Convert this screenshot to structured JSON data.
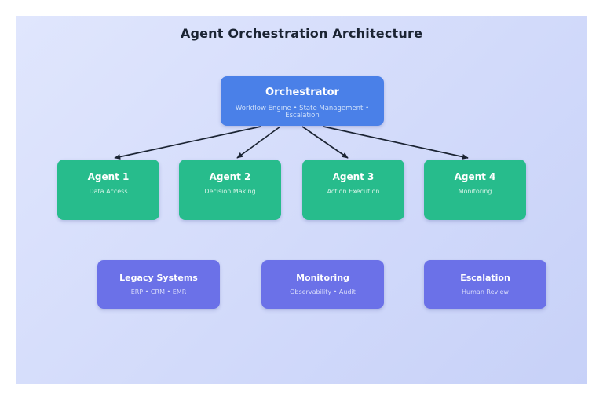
{
  "title": "Agent Orchestration Architecture",
  "colors": {
    "background_gradient_start": "#e0e6fd",
    "background_gradient_end": "#c7d1f8",
    "orchestrator_fill": "#4a80e8",
    "agent_fill": "#27bc8c",
    "system_fill": "#6b71e8",
    "arrow": "#1b2433",
    "title_text": "#1b2433"
  },
  "orchestrator": {
    "label": "Orchestrator",
    "sublabel": "Workflow Engine • State Management • Escalation"
  },
  "agents": [
    {
      "label": "Agent 1",
      "sublabel": "Data Access"
    },
    {
      "label": "Agent 2",
      "sublabel": "Decision Making"
    },
    {
      "label": "Agent 3",
      "sublabel": "Action Execution"
    },
    {
      "label": "Agent 4",
      "sublabel": "Monitoring"
    }
  ],
  "systems": [
    {
      "label": "Legacy Systems",
      "sublabel": "ERP • CRM • EMR"
    },
    {
      "label": "Monitoring",
      "sublabel": "Observability • Audit"
    },
    {
      "label": "Escalation",
      "sublabel": "Human Review"
    }
  ],
  "connections": [
    {
      "from": "Orchestrator",
      "to": "Agent 1"
    },
    {
      "from": "Orchestrator",
      "to": "Agent 2"
    },
    {
      "from": "Orchestrator",
      "to": "Agent 3"
    },
    {
      "from": "Orchestrator",
      "to": "Agent 4"
    }
  ]
}
